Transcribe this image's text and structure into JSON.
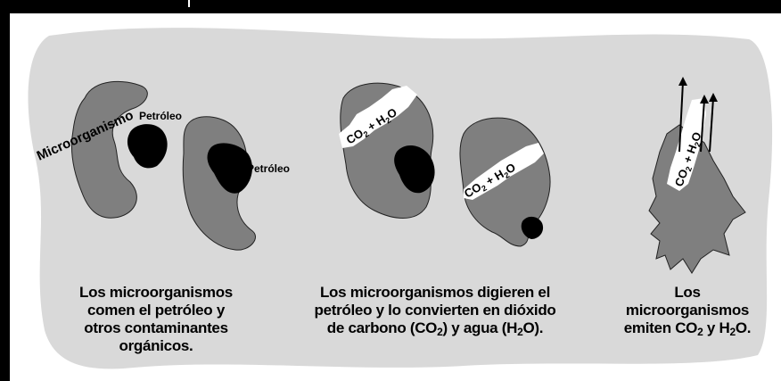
{
  "labels": {
    "microorganism": "Microorganismo",
    "petroleum_1": "Petróleo",
    "petroleum_2": "Petróleo",
    "co2": "CO",
    "co2_sub": "2",
    "plus_h2": " + H",
    "h2_sub": "2",
    "o": "O"
  },
  "captions": {
    "step1": [
      "Los microorganismos",
      "comen el petróleo y",
      "otros contaminantes",
      "orgánicos."
    ],
    "step2": {
      "line1": "Los microorganismos digieren el",
      "line2": "petróleo y lo convierten en dióxido",
      "line3_a": "de carbono (CO",
      "line3_sub1": "2",
      "line3_b": ") y agua (H",
      "line3_sub2": "2",
      "line3_c": "O)."
    },
    "step3": {
      "line1": "Los",
      "line2": "microorganismos",
      "line3_a": "emiten CO",
      "line3_sub1": "2",
      "line3_b": " y H",
      "line3_sub2": "2",
      "line3_c": "O."
    }
  },
  "colors": {
    "background_blob": "#d9d9d9",
    "microorganism": "#7f7f7f",
    "petroleum": "#000000",
    "gas_cloud": "#ffffff",
    "frame": "#000000"
  }
}
